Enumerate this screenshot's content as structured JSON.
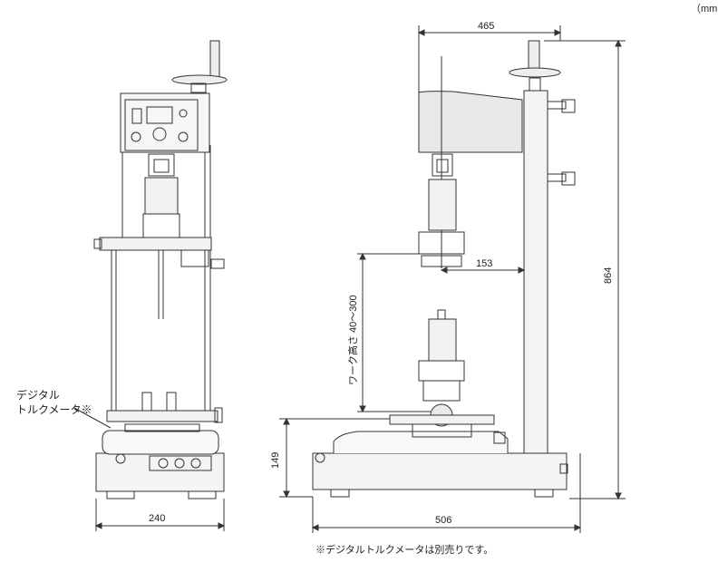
{
  "unit": "（mm）",
  "dimensions": {
    "front_width": "240",
    "side_depth_top": "465",
    "side_total_depth": "506",
    "total_height": "864",
    "base_height": "149",
    "throat": "153",
    "work_height": "ワーク高さ 40～300"
  },
  "callout": {
    "line1": "デジタル",
    "line2": "トルクメータ※"
  },
  "footnote": "※デジタルトルクメータは別売りです。"
}
